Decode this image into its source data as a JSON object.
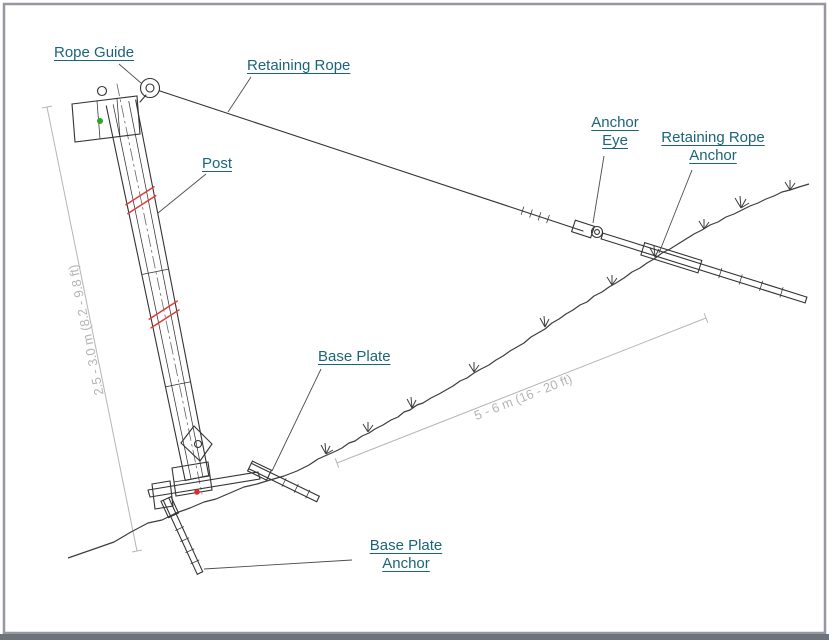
{
  "diagram": {
    "labels": {
      "rope_guide": "Rope Guide",
      "retaining_rope": "Retaining Rope",
      "post": "Post",
      "anchor_eye": [
        "Anchor",
        "Eye"
      ],
      "retaining_rope_anchor": [
        "Retaining Rope",
        "Anchor"
      ],
      "base_plate": "Base Plate",
      "base_plate_anchor": [
        "Base Plate",
        "Anchor"
      ]
    },
    "dimensions": {
      "post_length": "2.5 - 3.0 m (8.2 - 9.8 ft)",
      "anchor_offset": "5 - 6 m (16 - 20 ft)"
    },
    "colors": {
      "label_text": "#1b6578",
      "dimension_text": "#b5b5b5",
      "line": "#333333",
      "red_mark": "#e03a3a",
      "green_dot": "#27a827",
      "red_dot": "#dd2c2c",
      "frame": "#9797a3",
      "bottom_bar": "#6e727b"
    }
  }
}
